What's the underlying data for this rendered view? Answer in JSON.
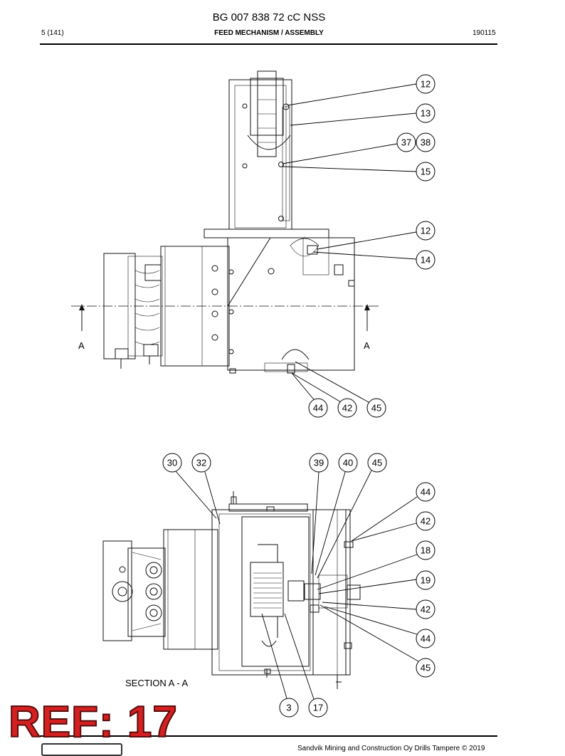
{
  "header": {
    "document_number": "BG 007 838 72 cC NSS",
    "page": "5 (141)",
    "section_title": "FEED MECHANISM / ASSEMBLY",
    "date_code": "190115"
  },
  "drawing": {
    "top_view_balloons": [
      "12",
      "13",
      "37",
      "38",
      "15",
      "12",
      "14",
      "44",
      "42",
      "45"
    ],
    "section_marker_left": "A",
    "section_marker_right": "A",
    "section_view_balloons": [
      "30",
      "32",
      "39",
      "40",
      "45",
      "44",
      "42",
      "18",
      "19",
      "42",
      "44",
      "45",
      "3",
      "17"
    ],
    "section_label": "SECTION A - A"
  },
  "footer": {
    "copyright": "Sandvik Mining and Construction Oy Drills Tampere © 2019"
  },
  "overlay": {
    "ref_stamp": "REF: 17",
    "stamp_color": "#d42020"
  }
}
